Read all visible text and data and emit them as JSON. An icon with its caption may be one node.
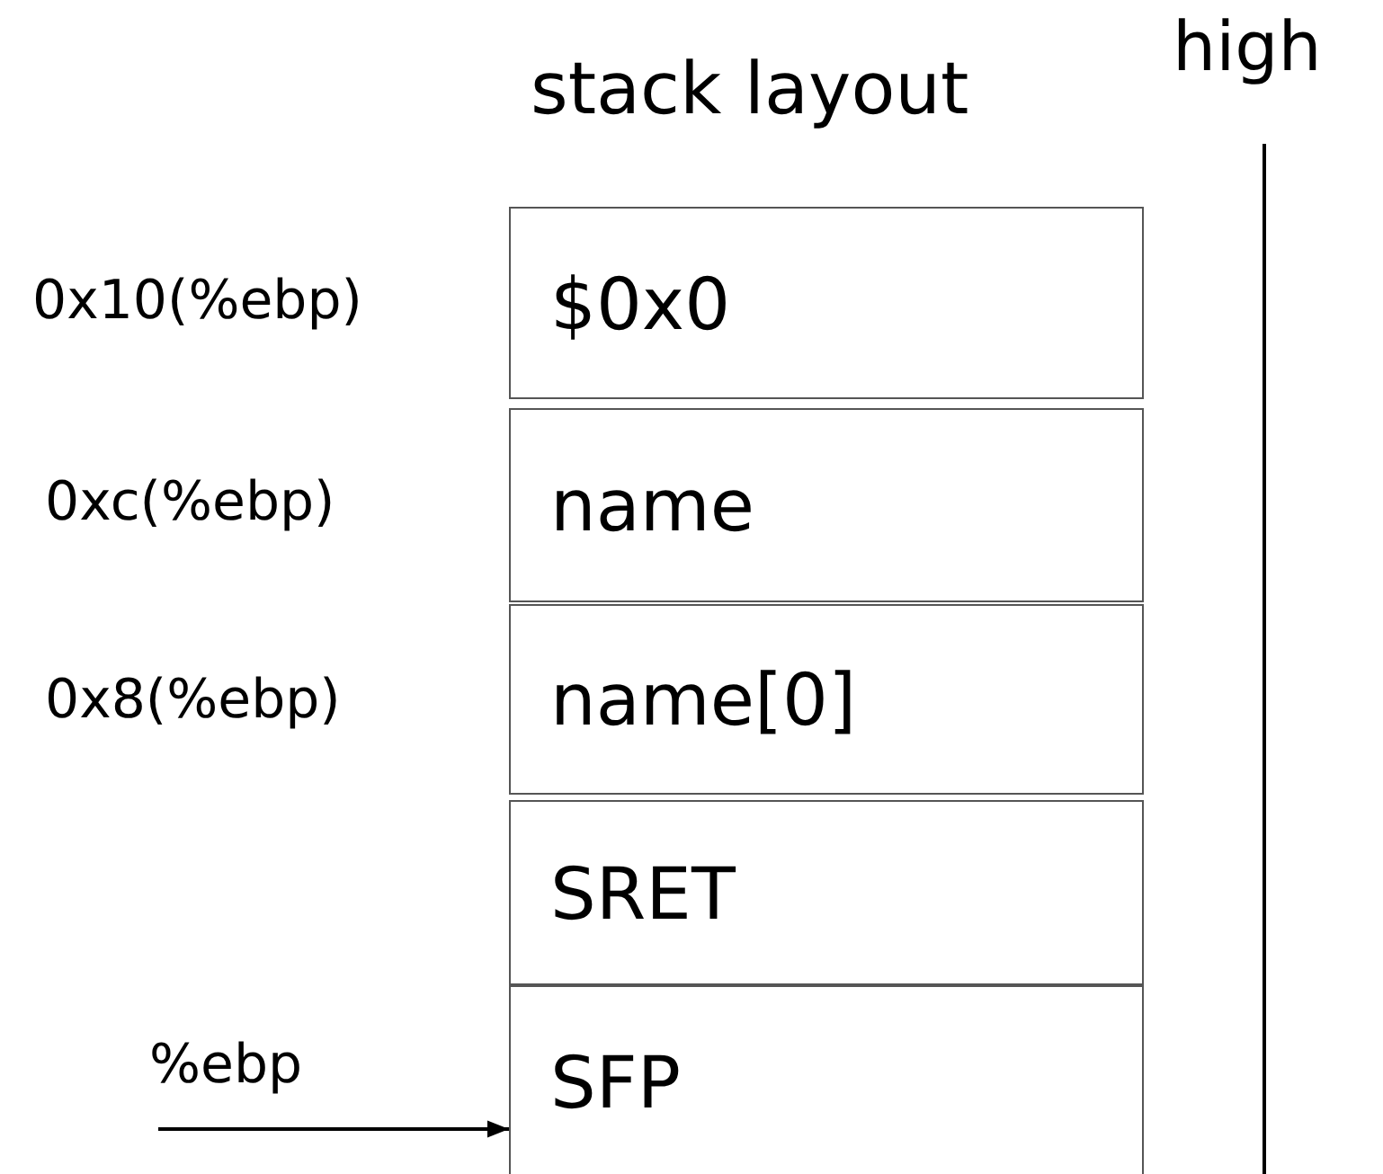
{
  "diagram": {
    "title": "stack layout",
    "nodes": [
      {
        "text": [
          "$0x0"
        ],
        "beside": [
          "0x10(%ebp)"
        ]
      },
      {
        "text": [
          "name"
        ],
        "beside": [
          "0xc(%ebp)"
        ]
      },
      {
        "text": [
          "name[0]"
        ],
        "beside": [
          "0x8(%ebp)"
        ]
      },
      {
        "text": [
          "SRET"
        ]
      },
      {
        "text": [
          "%ebp"
        ]
      },
      {
        "text": [
          "SFP"
        ]
      }
    ],
    "edges": [
      {
        "from": 4,
        "to": 5,
        "arrow": "to"
      }
    ],
    "labels": [
      "high"
    ]
  }
}
